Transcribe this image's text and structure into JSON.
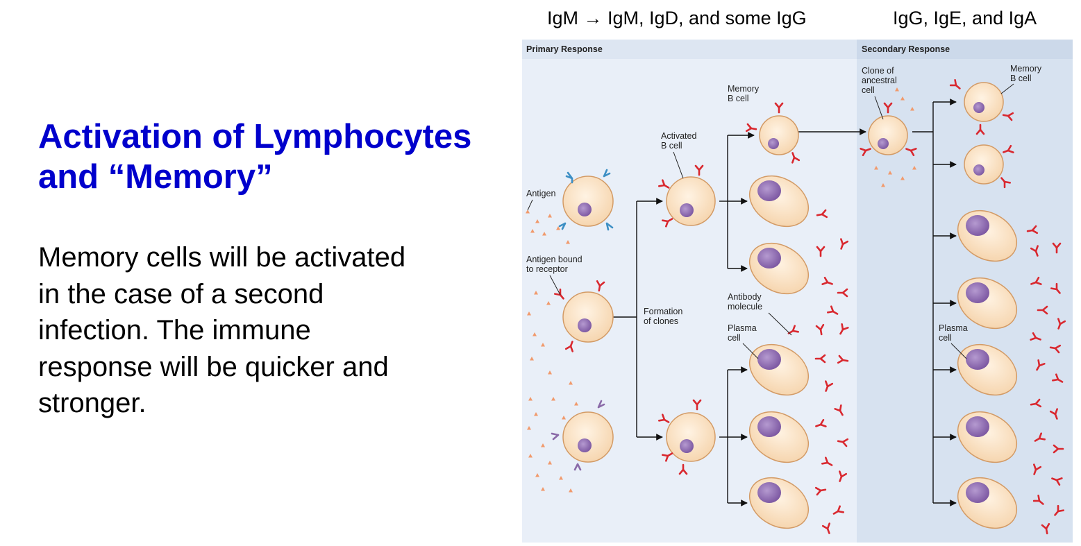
{
  "slide": {
    "title_lines": [
      "Activation of Lymphocytes",
      "and “Memory”"
    ],
    "body_lines": [
      "Memory cells will be activated",
      "in the case of a second",
      "infection. The immune",
      "response will be quicker and",
      "stronger."
    ],
    "title_color": "#0000cc"
  },
  "captions": {
    "left": "IgM → IgM, IgD, and some IgG",
    "right": "IgG, IgE, and IgA"
  },
  "diagram": {
    "primary_header": "Primary Response",
    "secondary_header": "Secondary Response",
    "labels": {
      "antigen": "Antigen",
      "antigen_bound_1": "Antigen bound",
      "antigen_bound_2": "to receptor",
      "activated_1": "Activated",
      "activated_2": "B cell",
      "memory_1": "Memory",
      "memory_2": "B cell",
      "formation_1": "Formation",
      "formation_2": "of clones",
      "antibody_1": "Antibody",
      "antibody_2": "molecule",
      "plasma_1": "Plasma",
      "plasma_2": "cell",
      "clone_1": "Clone of",
      "clone_2": "ancestral",
      "clone_3": "cell",
      "memory_r_1": "Memory",
      "memory_r_2": "B cell",
      "plasma_r_1": "Plasma",
      "plasma_r_2": "cell"
    },
    "colors": {
      "primary_bg": "#e9eff8",
      "header_band": "#dde6f2",
      "secondary_bg": "#d7e2f0",
      "cell_fill": "#fbe4c8",
      "cell_stroke": "#d39b66",
      "nucleus": "#9a74b9",
      "antibody_red": "#d9282f",
      "receptor_blue": "#3d8fc4",
      "receptor_purple": "#8a6aa8",
      "antigen_orange": "#f19a6c"
    }
  }
}
